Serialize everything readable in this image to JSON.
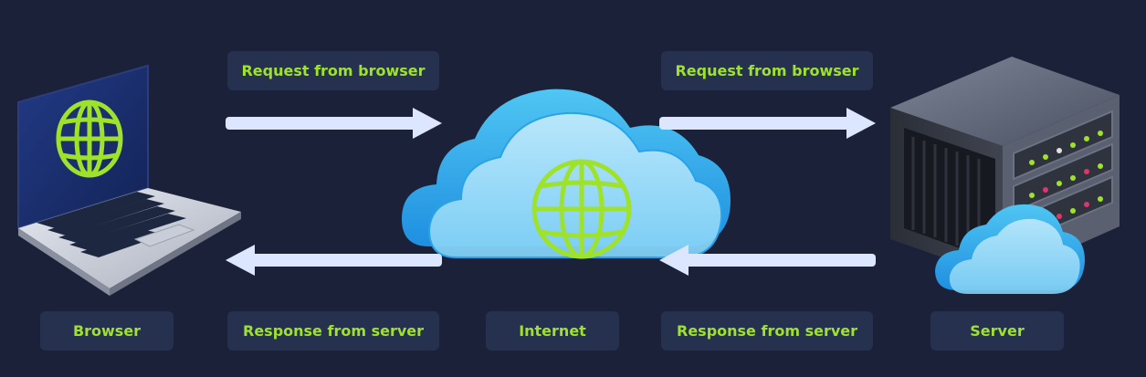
{
  "labels": {
    "request_left": "Request from browser",
    "request_right": "Request from browser",
    "response_left": "Response from server",
    "response_right": "Response from server"
  },
  "nodes": {
    "browser": "Browser",
    "internet": "Internet",
    "server": "Server"
  },
  "colors": {
    "background": "#1b2138",
    "label_bg": "#26314f",
    "label_text": "#9ee22b",
    "arrow": "#dde6ff",
    "globe": "#9ee22b"
  },
  "icons": {
    "browser": "laptop-globe-icon",
    "internet": "cloud-globe-icon",
    "server": "server-rack-icon"
  }
}
